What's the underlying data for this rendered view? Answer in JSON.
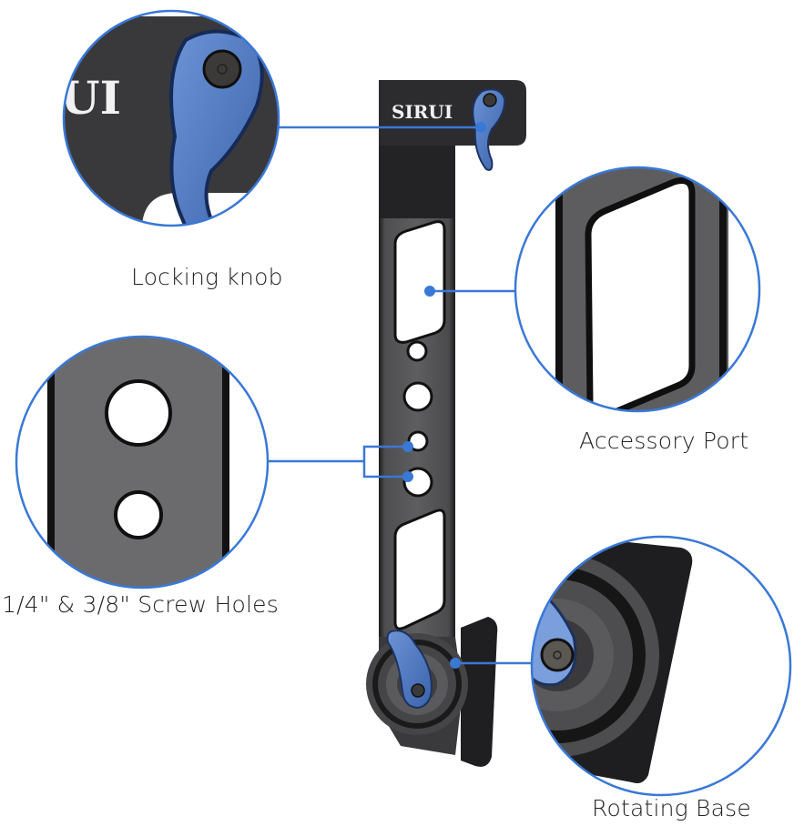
{
  "product": {
    "brand_text": "SIRUI",
    "brand_text_zoomed": "UI"
  },
  "callouts": [
    {
      "id": "locking-knob",
      "label": "Locking knob"
    },
    {
      "id": "accessory-port",
      "label": "Accessory Port"
    },
    {
      "id": "screw-holes",
      "label": "1/4\" & 3/8\" Screw Holes"
    },
    {
      "id": "rotating-base",
      "label": "Rotating Base"
    }
  ],
  "colors": {
    "callout_blue": "#3a78d6",
    "metal_dark": "#2f2f31",
    "metal_mid": "#5c5c5e",
    "knob_blue": "#4a78c4",
    "background": "#ffffff"
  }
}
